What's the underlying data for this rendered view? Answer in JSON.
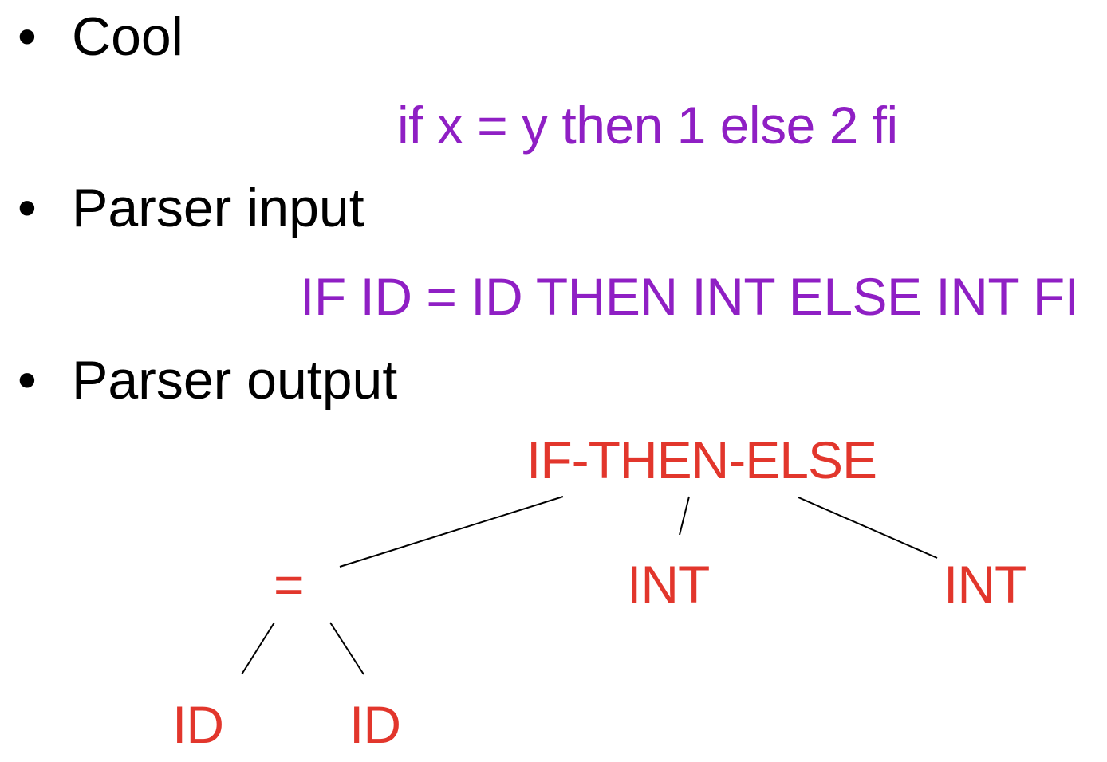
{
  "bullets": {
    "cool": {
      "marker": "•",
      "label": "Cool"
    },
    "parser_input": {
      "marker": "•",
      "label": "Parser input"
    },
    "parser_output": {
      "marker": "•",
      "label": "Parser output"
    }
  },
  "source_code": "if x = y then 1 else 2 fi",
  "token_stream": "IF ID = ID THEN INT ELSE INT FI",
  "tree": {
    "root": "IF-THEN-ELSE",
    "eq": "=",
    "int_then": "INT",
    "int_else": "INT",
    "id_left": "ID",
    "id_right": "ID"
  },
  "colors": {
    "code": "#8f1fc4",
    "tree_label": "#e2362c",
    "edge": "#000000",
    "text": "#000000"
  }
}
